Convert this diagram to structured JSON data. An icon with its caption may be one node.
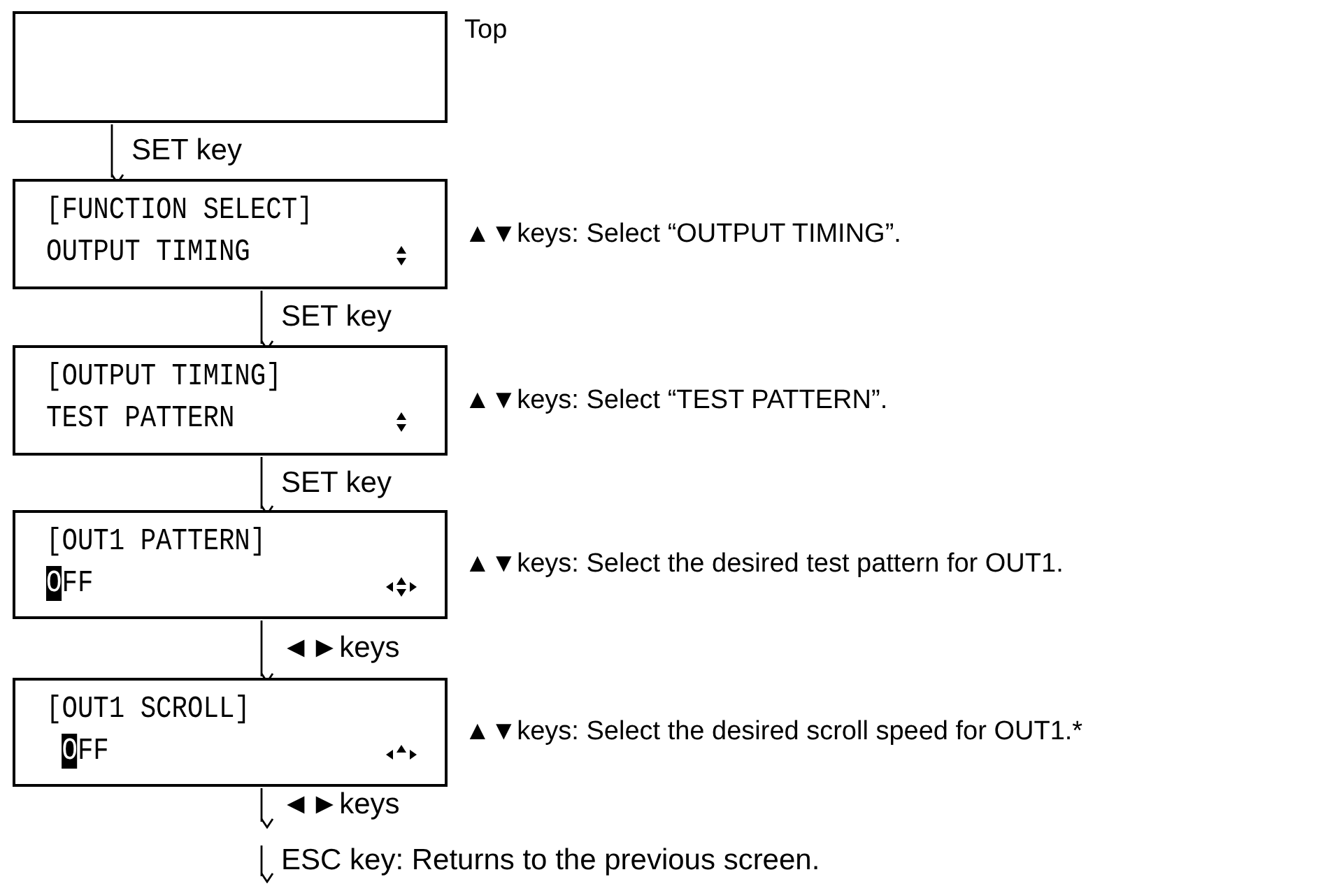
{
  "diagram": {
    "nodes": [
      {
        "text": [],
        "shape": "box",
        "beside": [
          "Top"
        ]
      },
      {
        "text": [
          "[FUNCTION SELECT]",
          "OUTPUT TIMING"
        ],
        "beside": [
          "▲▼keys: Select “OUTPUT TIMING”."
        ]
      },
      {
        "text": [
          "[OUTPUT TIMING]",
          "TEST PATTERN"
        ],
        "beside": [
          "▲▼keys: Select “TEST PATTERN”."
        ]
      },
      {
        "text": [
          "[OUT1 PATTERN]",
          "OFF"
        ],
        "beside": [
          "▲▼keys: Select the desired test pattern for OUT1."
        ]
      },
      {
        "text": [
          "[OUT1 SCROLL]",
          " OFF"
        ],
        "beside": [
          "▲▼keys: Select the desired scroll speed for OUT1.*"
        ]
      }
    ],
    "edges": [
      {
        "from": 0,
        "to": 1,
        "arrow": "to",
        "label": "SET key"
      },
      {
        "from": 1,
        "to": 2,
        "arrow": "to",
        "label": "SET key"
      },
      {
        "from": 2,
        "to": 3,
        "arrow": "to",
        "label": "SET key"
      },
      {
        "from": 3,
        "to": 4,
        "arrow": "to",
        "label": "◄►keys"
      },
      {
        "from": 4,
        "to": null,
        "arrow": "to",
        "label": "◄►keys"
      }
    ],
    "labels": [
      "ESC key: Returns to the previous screen."
    ]
  }
}
